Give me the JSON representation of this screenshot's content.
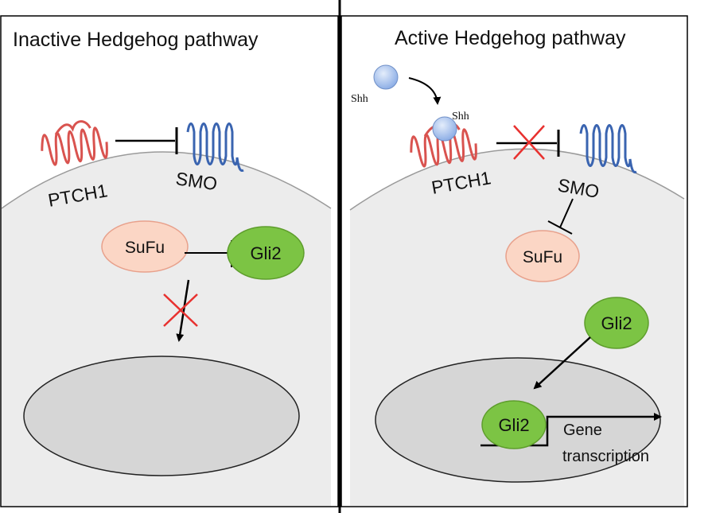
{
  "left_panel": {
    "title": "Inactive Hedgehog pathway",
    "ptch1_label": "PTCH1",
    "smo_label": "SMO",
    "sufu_label": "SuFu",
    "gli2_label": "Gli2"
  },
  "right_panel": {
    "title": "Active Hedgehog pathway",
    "shh_label_free": "Shh",
    "shh_label_bound": "Shh",
    "ptch1_label": "PTCH1",
    "smo_label": "SMO",
    "sufu_label": "SuFu",
    "gli2_cytoplasm_label": "Gli2",
    "gli2_nucleus_label": "Gli2",
    "transcription_line1": "Gene",
    "transcription_line2": "transcription"
  },
  "colors": {
    "cell_fill": "#ececec",
    "nucleus_fill": "#d6d6d6",
    "ptch1": "#d9534f",
    "smo": "#3a64b0",
    "sufu_fill": "#fbd6c5",
    "gli2_fill": "#7cc444",
    "shh_fill": "#a9c4ee",
    "block_x": "#e8312f"
  }
}
